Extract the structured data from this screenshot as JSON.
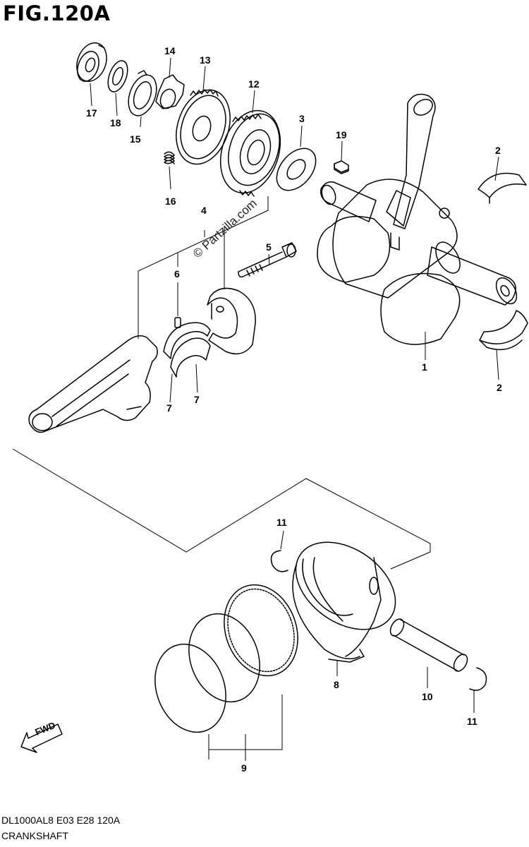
{
  "figure": {
    "title": "FIG.120A",
    "watermark": "© Partzilla.com",
    "model_code": "DL1000AL8  E03  E28  120A",
    "section_name": "CRANKSHAFT",
    "direction_label": "FWD"
  },
  "callouts": [
    {
      "id": "c17",
      "text": "17"
    },
    {
      "id": "c18",
      "text": "18"
    },
    {
      "id": "c14",
      "text": "14"
    },
    {
      "id": "c13",
      "text": "13"
    },
    {
      "id": "c12",
      "text": "12"
    },
    {
      "id": "c15",
      "text": "15"
    },
    {
      "id": "c16",
      "text": "16"
    },
    {
      "id": "c3",
      "text": "3"
    },
    {
      "id": "c19",
      "text": "19"
    },
    {
      "id": "c2a",
      "text": "2"
    },
    {
      "id": "c2b",
      "text": "2"
    },
    {
      "id": "c4",
      "text": "4"
    },
    {
      "id": "c5",
      "text": "5"
    },
    {
      "id": "c6",
      "text": "6"
    },
    {
      "id": "c7a",
      "text": "7"
    },
    {
      "id": "c7b",
      "text": "7"
    },
    {
      "id": "c1",
      "text": "1"
    },
    {
      "id": "c11a",
      "text": "11"
    },
    {
      "id": "c11b",
      "text": "11"
    },
    {
      "id": "c8",
      "text": "8"
    },
    {
      "id": "c9",
      "text": "9"
    },
    {
      "id": "c10",
      "text": "10"
    }
  ]
}
